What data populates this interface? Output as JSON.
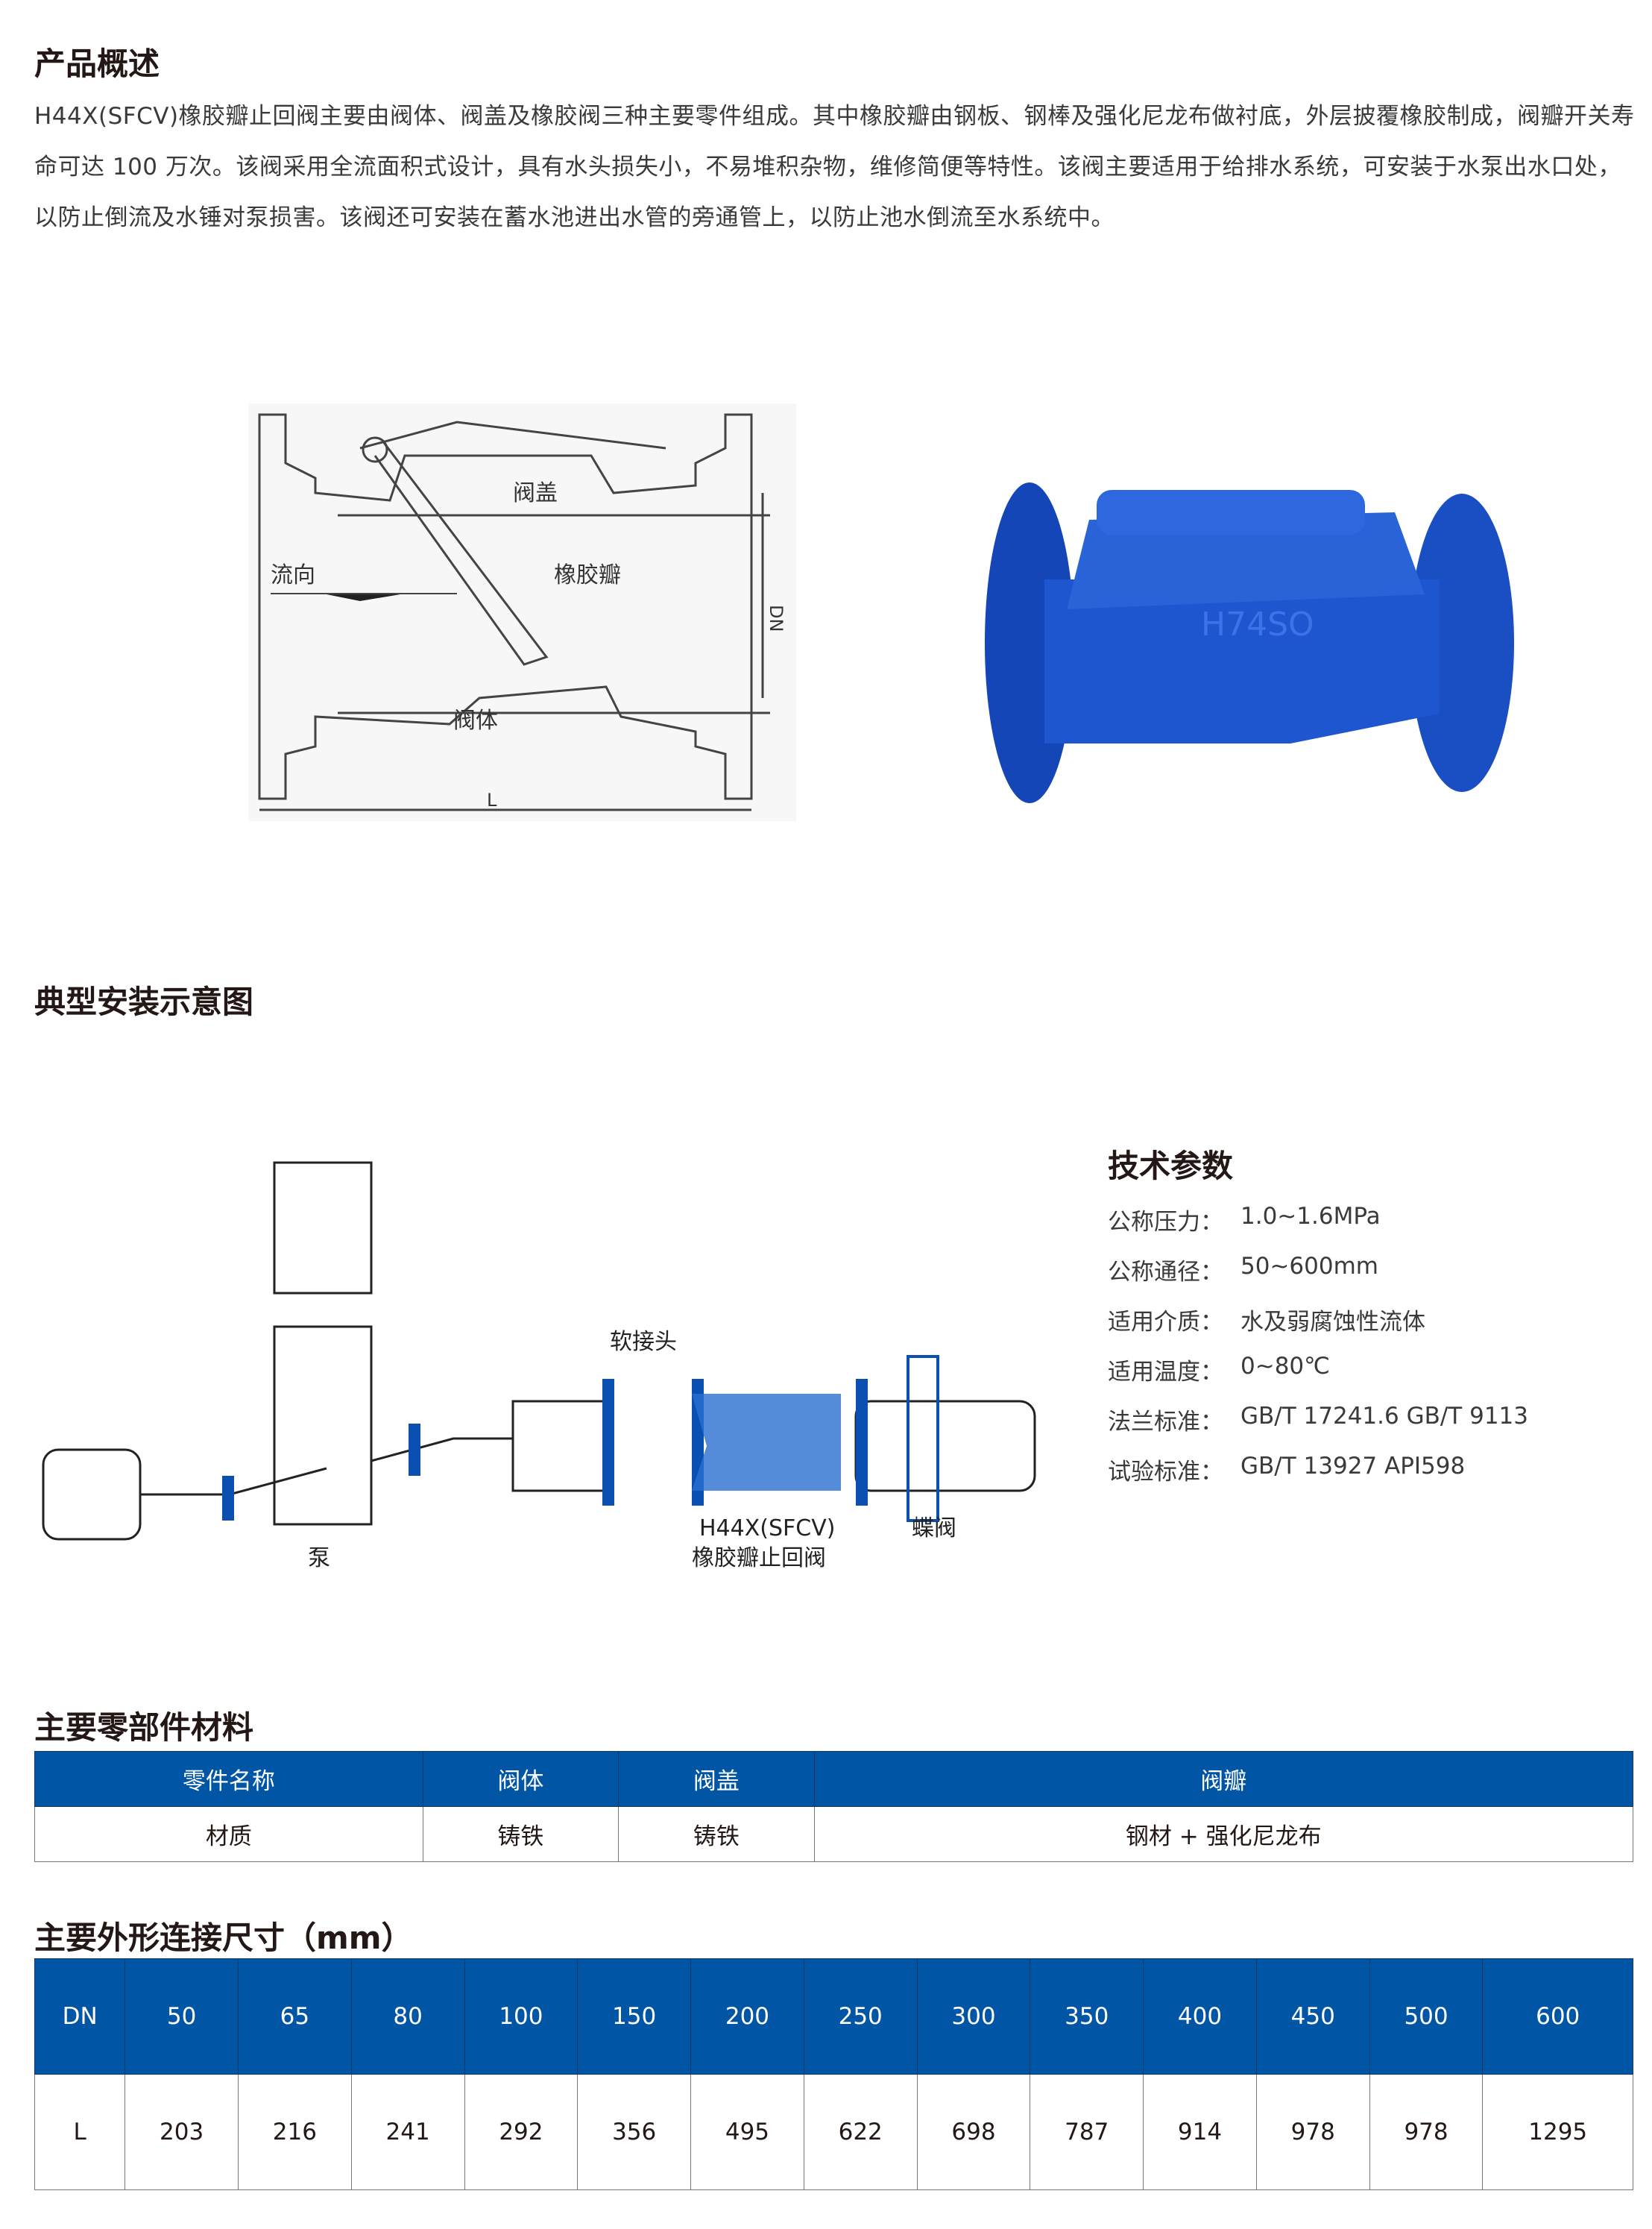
{
  "overview": {
    "title": "产品概述",
    "text": "H44X(SFCV)橡胶瓣止回阀主要由阀体、阀盖及橡胶阀三种主要零件组成。其中橡胶瓣由钢板、钢棒及强化尼龙布做衬底，外层披覆橡胶制成，阀瓣开关寿命可达 100 万次。该阀采用全流面积式设计，具有水头损失小，不易堆积杂物，维修简便等特性。该阀主要适用于给排水系统，可安装于水泵出水口处，以防止倒流及水锤对泵损害。该阀还可安装在蓄水池进出水管的旁通管上，以防止池水倒流至水系统中。"
  },
  "section_diagram": {
    "labels": {
      "cover": "阀盖",
      "flow": "流向",
      "disc": "橡胶瓣",
      "body": "阀体",
      "dn": "DN",
      "l": "L"
    }
  },
  "photo": {
    "casting": "H74SO"
  },
  "install": {
    "title": "典型安装示意图",
    "labels": {
      "joint": "软接头",
      "model": "H44X(SFCV)",
      "name": "橡胶瓣止回阀",
      "butterfly": "蝶阀",
      "pump": "泵"
    }
  },
  "tech": {
    "title": "技术参数",
    "rows": [
      {
        "k": "公称压力：",
        "v": "1.0~1.6MPa"
      },
      {
        "k": "公称通径：",
        "v": "50~600mm"
      },
      {
        "k": "适用介质：",
        "v": "水及弱腐蚀性流体"
      },
      {
        "k": "适用温度：",
        "v": "0~80℃"
      },
      {
        "k": "法兰标准：",
        "v": "GB/T 17241.6 GB/T 9113"
      },
      {
        "k": "试验标准：",
        "v": "GB/T 13927 API598"
      }
    ]
  },
  "materials": {
    "title": "主要零部件材料",
    "header": [
      "零件名称",
      "阀体",
      "阀盖",
      "阀瓣"
    ],
    "row": [
      "材质",
      "铸铁",
      "铸铁",
      "钢材 + 强化尼龙布"
    ]
  },
  "dimensions": {
    "title": "主要外形连接尺寸（mm）",
    "header": [
      "DN",
      "50",
      "65",
      "80",
      "100",
      "150",
      "200",
      "250",
      "300",
      "350",
      "400",
      "450",
      "500",
      "600"
    ],
    "row": [
      "L",
      "203",
      "216",
      "241",
      "292",
      "356",
      "495",
      "622",
      "698",
      "787",
      "914",
      "978",
      "978",
      "1295"
    ]
  },
  "colors": {
    "table_header": "#0055a5",
    "valve_blue": "#1a4fc4"
  }
}
